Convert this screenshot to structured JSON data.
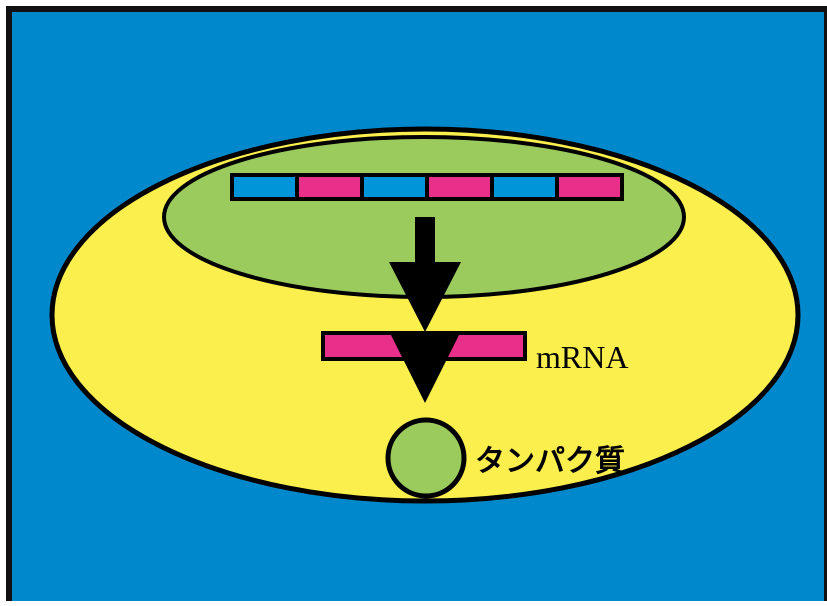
{
  "diagram": {
    "colors": {
      "background": "#0088CC",
      "frame": "#111111",
      "cell": "#FBEF4E",
      "nucleus": "#9ACB5C",
      "segment_a": "#0094D8",
      "segment_b": "#E8308A",
      "arrow": "#000000",
      "protein": "#9ACB5C"
    },
    "dna_segments": [
      "segment_a",
      "segment_b",
      "segment_a",
      "segment_b",
      "segment_a",
      "segment_b"
    ],
    "labels": {
      "mrna": "mRNA",
      "protein": "タンパク質"
    }
  }
}
